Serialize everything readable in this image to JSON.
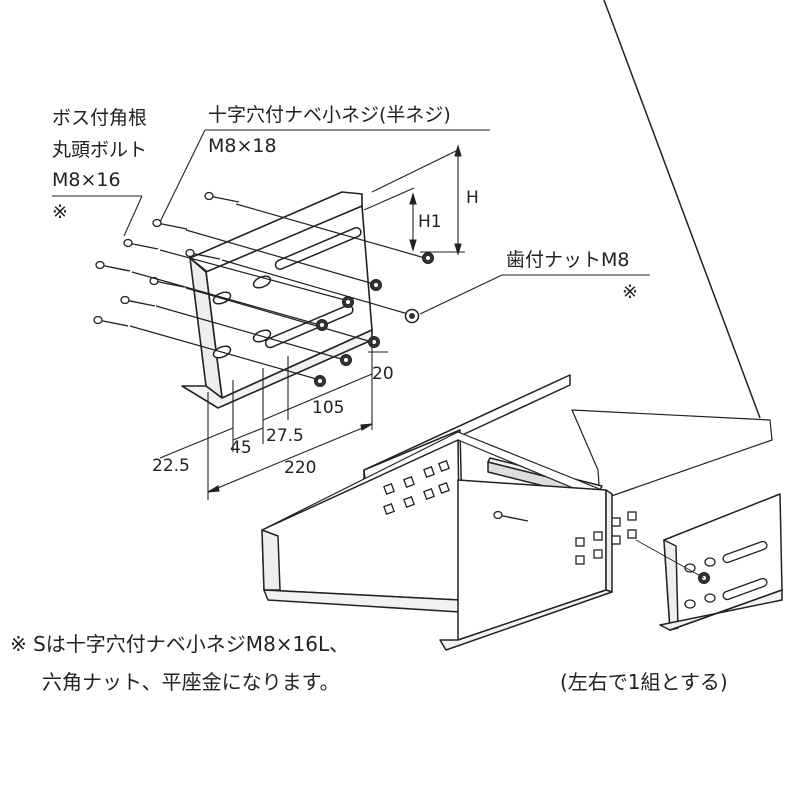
{
  "callouts": {
    "boss_bolt_l1": "ボス付角根",
    "boss_bolt_l2": "丸頭ボルト",
    "boss_bolt_l3": "M8×16",
    "boss_bolt_mark": "※",
    "pan_screw_l1": "十字穴付ナベ小ネジ(半ネジ)",
    "pan_screw_l2": "M8×18",
    "nut_l1": "歯付ナットM8",
    "nut_mark": "※"
  },
  "dimensions": {
    "H": "H",
    "H1": "H1",
    "d20": "20",
    "d105": "105",
    "d27_5": "27.5",
    "d45": "45",
    "d22_5": "22.5",
    "d220": "220"
  },
  "notes": {
    "footnote_l1": "※ Sは十字穴付ナベ小ネジM8×16L、",
    "footnote_l2": "六角ナット、平座金になります。",
    "set_note": "(左右で1組とする)"
  },
  "colors": {
    "line": "#222222",
    "fill": "#ffffff",
    "shade": "#e6e6e6",
    "dark": "#555555"
  }
}
